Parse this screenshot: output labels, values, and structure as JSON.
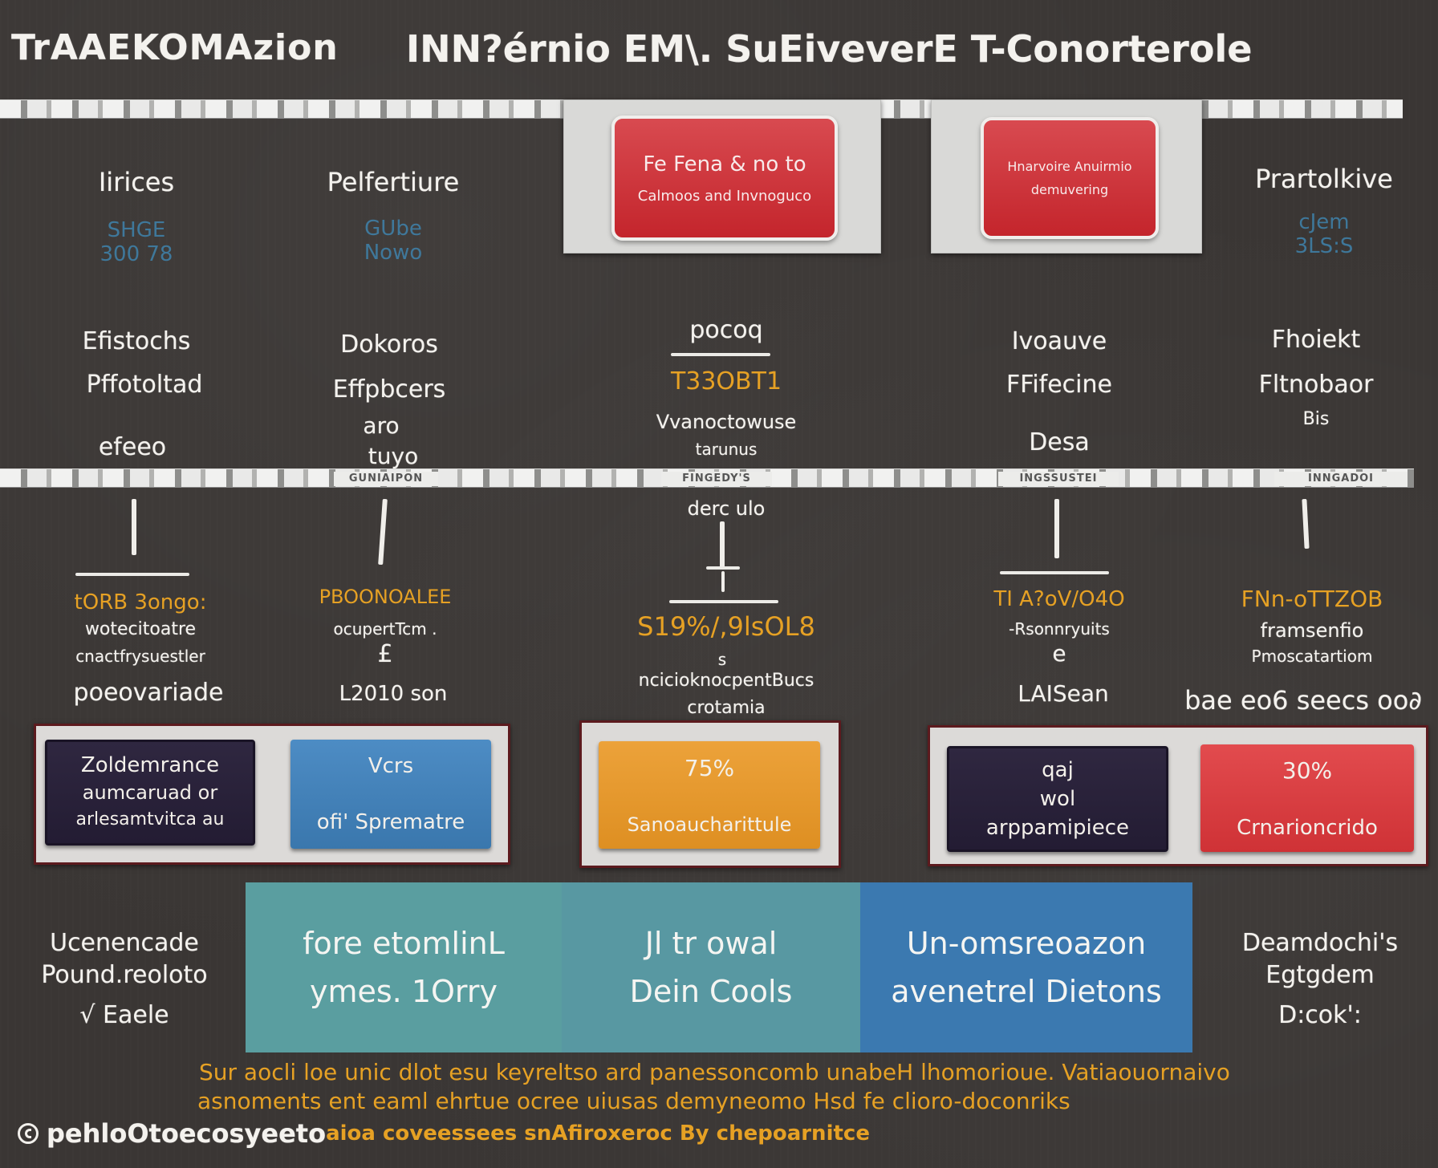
{
  "header": {
    "brand": "TrAAEKOMAzion",
    "title": "INN?érnio EM\\. SuEiveverE T-Conorterole"
  },
  "stripe_tags": {
    "top": [],
    "mid": [
      "GUNIAIPON",
      "FINGEDY'S",
      "INGSSUSTEI",
      "INNGADOI"
    ]
  },
  "top_cards": [
    {
      "line1": "Fe Fena & no to",
      "line2": "Calmoos and Invnoguco"
    },
    {
      "line1": "Hnarvoire Anuirmio",
      "line2": "demuvering"
    }
  ],
  "columns": [
    {
      "heading": "Iirices",
      "blue_lines": [
        "SHGE",
        "300 78"
      ],
      "body_lines": [
        "Efistochs",
        "Pffotoltad",
        "efeeo"
      ],
      "orange_label": "tORB 3ongo:",
      "detail_lines": [
        "wotecitoatre",
        "cnactfrysuestler"
      ],
      "footer": "poeovariade"
    },
    {
      "heading": "Pelfertiure",
      "blue_lines": [
        "GUbe",
        "Nowo"
      ],
      "body_lines": [
        "Dokoros",
        "Effpbcers",
        "aro",
        "tuyo"
      ],
      "orange_label": "PBOONOALEE",
      "detail_lines": [
        "ocupertTcm .",
        "£"
      ],
      "footer": "L2010 son"
    },
    {
      "heading": "pocoq",
      "orange_value": "T33OBT1",
      "body_lines": [
        "Vvanoctowuse",
        "tarunus"
      ],
      "connector_label": "derc ulo",
      "orange_label": "S19%/,9lsOL8",
      "detail_lines": [
        "s",
        "ncicioknocpentBucs",
        "crotamia"
      ]
    },
    {
      "heading": "Ivoauve",
      "body_lines": [
        "FFifecine",
        "Desa"
      ],
      "orange_label": "TI A?oV/O4O",
      "detail_lines": [
        "-Rsonnryuits",
        "e"
      ],
      "footer": "LAISean"
    },
    {
      "heading": "Prartolkive",
      "blue_lines": [
        "cJem",
        "3LS:S"
      ],
      "body_lines": [
        "Fhoiekt",
        "Fltnobaor",
        "Bis"
      ],
      "orange_label": "FNn-oTTZOB",
      "detail_lines": [
        "framsenfio",
        "Pmoscatartiom"
      ],
      "footer": "bae eo6 seecs oo∂"
    }
  ],
  "tiles": [
    {
      "lines": [
        "Zoldemrance",
        "aumcaruad or",
        "arlesamtvitca au"
      ],
      "style": "purple"
    },
    {
      "lines": [
        "Vcrs",
        "ofi' Sprematre"
      ],
      "style": "blue"
    },
    {
      "lines": [
        "75%",
        "Sanoaucharittule"
      ],
      "style": "orange"
    },
    {
      "lines": [
        "qaj",
        "wol",
        "arppamipiece"
      ],
      "style": "purple"
    },
    {
      "lines": [
        "30%",
        "Crnarioncrido"
      ],
      "style": "red"
    }
  ],
  "bottom_band": {
    "left": [
      "Ucenencade",
      "Pound.reoloto",
      "√ Eaele"
    ],
    "segments": [
      {
        "lines": [
          "fore etomlinL",
          "ymes. 1Orry"
        ],
        "color": "#5a9ea0"
      },
      {
        "lines": [
          "Jl tr owal",
          "Dein Cools"
        ],
        "color": "#5898a2"
      },
      {
        "lines": [
          "Un-omsreoazon",
          "avenetrel Dietons"
        ],
        "color": "#3b79b0"
      }
    ],
    "right": [
      "Deamdochi's",
      "Egtgdem",
      "D:cok':"
    ]
  },
  "footnotes": {
    "line1": "Sur aocli loe unic dlot esu keyreltso ard  panessoncomb unabeH lhomorioue. Vatiaouornaivo",
    "line2": "asnoments ent eaml ehrtue ocree uiusas demyneomo Hsd fe clioro-doconriks",
    "credit_prefix": "pehloOtoecosyeeto",
    "credit_suffix": "aioa coveessees  snAfiroxeroc By chepoarnitce"
  },
  "colors": {
    "background": "#3a3634",
    "accent_orange": "#e6a124",
    "accent_red": "#c9303a",
    "accent_blue": "#3b79b0",
    "accent_teal": "#5a9ea0",
    "accent_purple": "#2a2238"
  }
}
